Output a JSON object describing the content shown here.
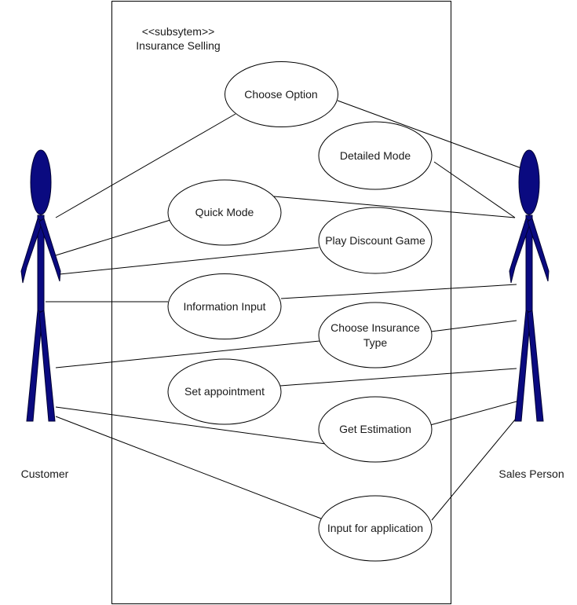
{
  "system": {
    "stereotype": "<<subsytem>>",
    "name": "Insurance Selling"
  },
  "actors": {
    "customer": "Customer",
    "sales_person": "Sales Person"
  },
  "use_cases": {
    "choose_option": [
      "Choose Option"
    ],
    "detailed_mode": [
      "Detailed Mode"
    ],
    "quick_mode": [
      "Quick Mode"
    ],
    "play_discount_game": [
      "Play Discount Game"
    ],
    "information_input": [
      "Information Input"
    ],
    "choose_insurance_type": [
      "Choose Insurance",
      "Type"
    ],
    "set_appointment": [
      "Set appointment"
    ],
    "get_estimation": [
      "Get Estimation"
    ],
    "input_for_application": [
      "Input for application"
    ]
  },
  "colors": {
    "actor_fill": "#0a0a80",
    "actor_stroke": "#000033",
    "line": "#000000",
    "background": "#ffffff"
  }
}
